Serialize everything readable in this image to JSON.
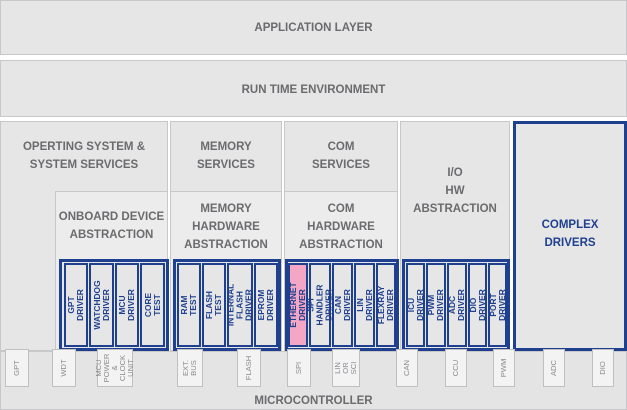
{
  "layers": {
    "application": "APPLICATION LAYER",
    "rte": "RUN TIME ENVIRONMENT",
    "os_services": "OPERTING SYSTEM &\nSYSTEM SERVICES",
    "memory_services": "MEMORY\nSERVICES",
    "com_services": "COM\nSERVICES",
    "io_hw_abstraction": "I/O\nHW\nABSTRACTION",
    "complex_drivers": "COMPLEX\nDRIVERS",
    "onboard_abstraction": "ONBOARD DEVICE\nABSTRACTION",
    "memory_hw_abstraction": "MEMORY\nHARDWARE\nABSTRACTION",
    "com_hw_abstraction": "COM\nHARDWARE\nABSTRACTION",
    "microcontroller": "MICROCONTROLLER"
  },
  "drivers": {
    "onboard": [
      "GPT DRIVER",
      "WATCHDOG\nDRIVER",
      "MCU DRIVER",
      "CORE TEST"
    ],
    "memory": [
      "RAM TEST",
      "FLASH TEST",
      "INTERNAL FLASH\nDRIVER",
      "EPROM DRIVER"
    ],
    "com": [
      "ETHERNET\nDRIVER",
      "SPI HANDLER\nDRIVER",
      "CAN\nDRIVER",
      "LIN\nDRIVER",
      "FLEXRAY DRIVER"
    ],
    "io": [
      "ICU DRIVER",
      "PWM DRIVER",
      "ADC DRIVER",
      "DIO DRIVER",
      "PORT DRIVER"
    ]
  },
  "hardware": [
    "GPT",
    "WDT",
    "MCU\nPOWER\n&\nCLOCK\nUNIT",
    "EXT.\nBUS",
    "FLASH",
    "SPI",
    "LIN OR\nSCI",
    "CAN",
    "CCU",
    "PWM",
    "ADC",
    "DIO"
  ],
  "colors": {
    "accent": "#1f3f8f",
    "highlight": "#f4a7c4",
    "block": "#e6e6e7",
    "text": "#6b6b6e"
  }
}
